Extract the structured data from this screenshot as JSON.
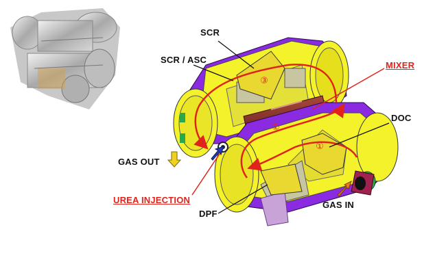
{
  "labels": {
    "scr": "SCR",
    "scr_asc": "SCR / ASC",
    "mixer": "MIXER",
    "doc": "DOC",
    "gas_out": "GAS OUT",
    "urea_injection": "UREA INJECTION",
    "dpf": "DPF",
    "gas_in": "GAS IN"
  },
  "flow_steps": [
    "①",
    "②",
    "③"
  ],
  "colors": {
    "housing_yellow": "#f4f22a",
    "bracket_purple": "#8a2be2",
    "pipe_brown": "#8b2a2a",
    "flow_red": "#e0241b",
    "callout_red": "#e0241b",
    "gas_in_arrow": "#f07a1a",
    "gas_out_arrow": "#f0d020",
    "inlet_green": "#2aa84a"
  }
}
